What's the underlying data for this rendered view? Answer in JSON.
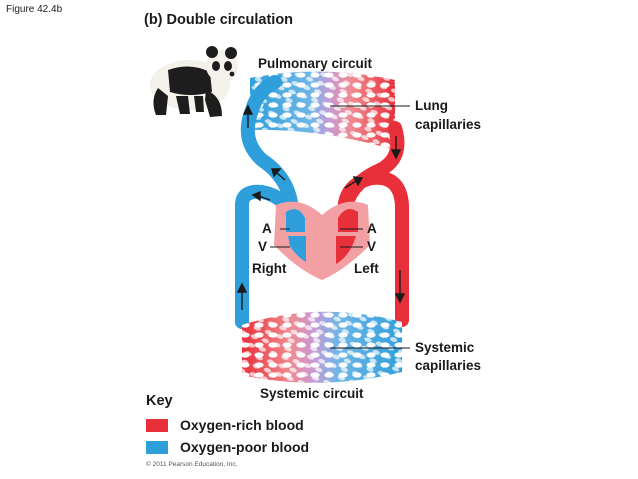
{
  "figure_label": "Figure 42.4b",
  "title": "(b) Double circulation",
  "labels": {
    "pulmonary_circuit": "Pulmonary circuit",
    "lung_capillaries_line1": "Lung",
    "lung_capillaries_line2": "capillaries",
    "atrium_right": "A",
    "atrium_left": "A",
    "ventricle_right": "V",
    "ventricle_left": "V",
    "right": "Right",
    "left": "Left",
    "systemic_capillaries_line1": "Systemic",
    "systemic_capillaries_line2": "capillaries",
    "systemic_circuit": "Systemic circuit"
  },
  "key": {
    "title": "Key",
    "items": [
      {
        "label": "Oxygen-rich blood",
        "color": "#e8303a"
      },
      {
        "label": "Oxygen-poor blood",
        "color": "#2f9fdc"
      }
    ]
  },
  "colors": {
    "oxygen_rich": "#e8303a",
    "oxygen_poor": "#2f9fdc",
    "heart_tissue": "#f3a0a4",
    "mixed_capillary": "#c99ad6"
  },
  "copyright": "© 2011 Pearson Education, Inc."
}
